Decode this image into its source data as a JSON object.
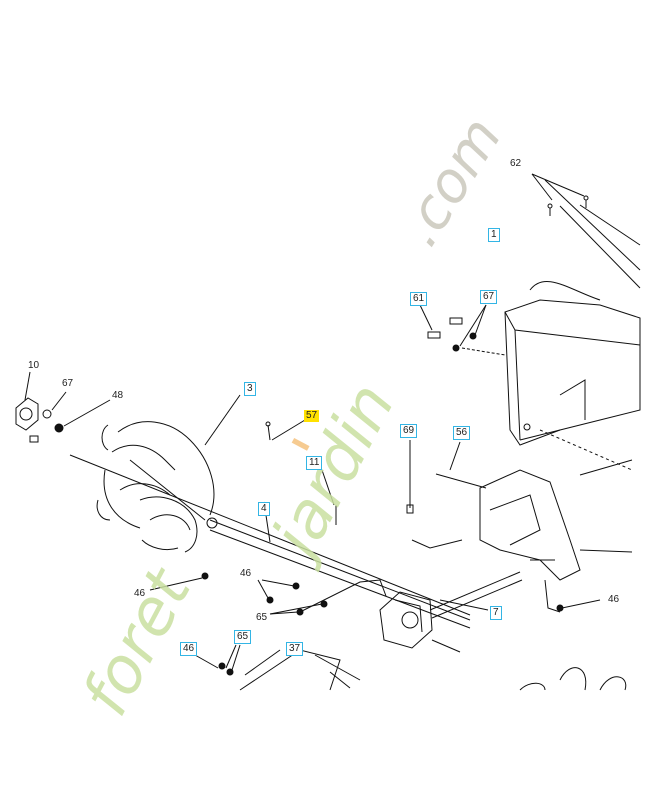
{
  "watermark": {
    "text": "foret'jardin.com",
    "color_green": "#c9e0a0",
    "color_orange": "#f5c27e",
    "color_grey": "#cbc8bd"
  },
  "labels": {
    "l62": "62",
    "l1": "1",
    "l61": "61",
    "l67a": "67",
    "l10": "10",
    "l67b": "67",
    "l48": "48",
    "l3": "3",
    "l57": "57",
    "l69": "69",
    "l56": "56",
    "l11": "11",
    "l4": "4",
    "l46a": "46",
    "l65a": "65",
    "l46b": "46",
    "l7": "7",
    "l46c": "46",
    "l65b": "65",
    "l46d": "46",
    "l37": "37"
  },
  "colors": {
    "box_border": "#33b5e5",
    "highlight": "#ffe100",
    "line": "#111111"
  }
}
